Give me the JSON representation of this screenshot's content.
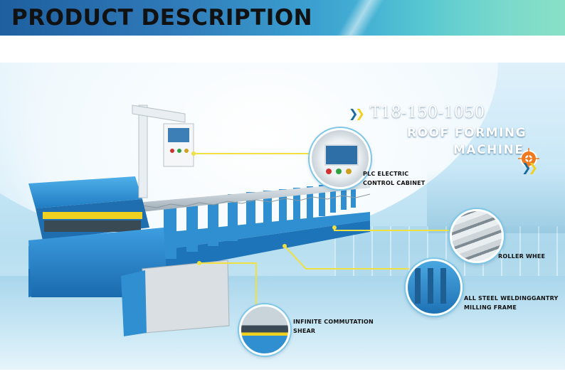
{
  "header": {
    "title": "PRODUCT DESCRIPTION"
  },
  "product": {
    "model": "T18-150-1050",
    "title_line1": "ROOF FORMING",
    "title_line2": "MACHINE"
  },
  "callouts": {
    "plc": {
      "line1": "PLC ELECTRIC",
      "line2": "CONTROL CABINET"
    },
    "roller": {
      "line1": "ROLLER WHEE"
    },
    "frame": {
      "line1": "ALL STEEL WELDINGGANTRY",
      "line2": "MILLING FRAME"
    },
    "shear": {
      "line1": "INFINITE COMMUTATION",
      "line2": "SHEAR"
    }
  },
  "icons": {
    "model_arrows": "double-chevron-right-icon",
    "machine_arrows": "double-chevron-right-icon",
    "target": "crosshair-target-icon"
  },
  "colors": {
    "machine_blue": "#2f8fd0",
    "accent_yellow": "#f0e040",
    "banner_start": "#1e5f9f",
    "banner_end": "#8fe0e6"
  }
}
